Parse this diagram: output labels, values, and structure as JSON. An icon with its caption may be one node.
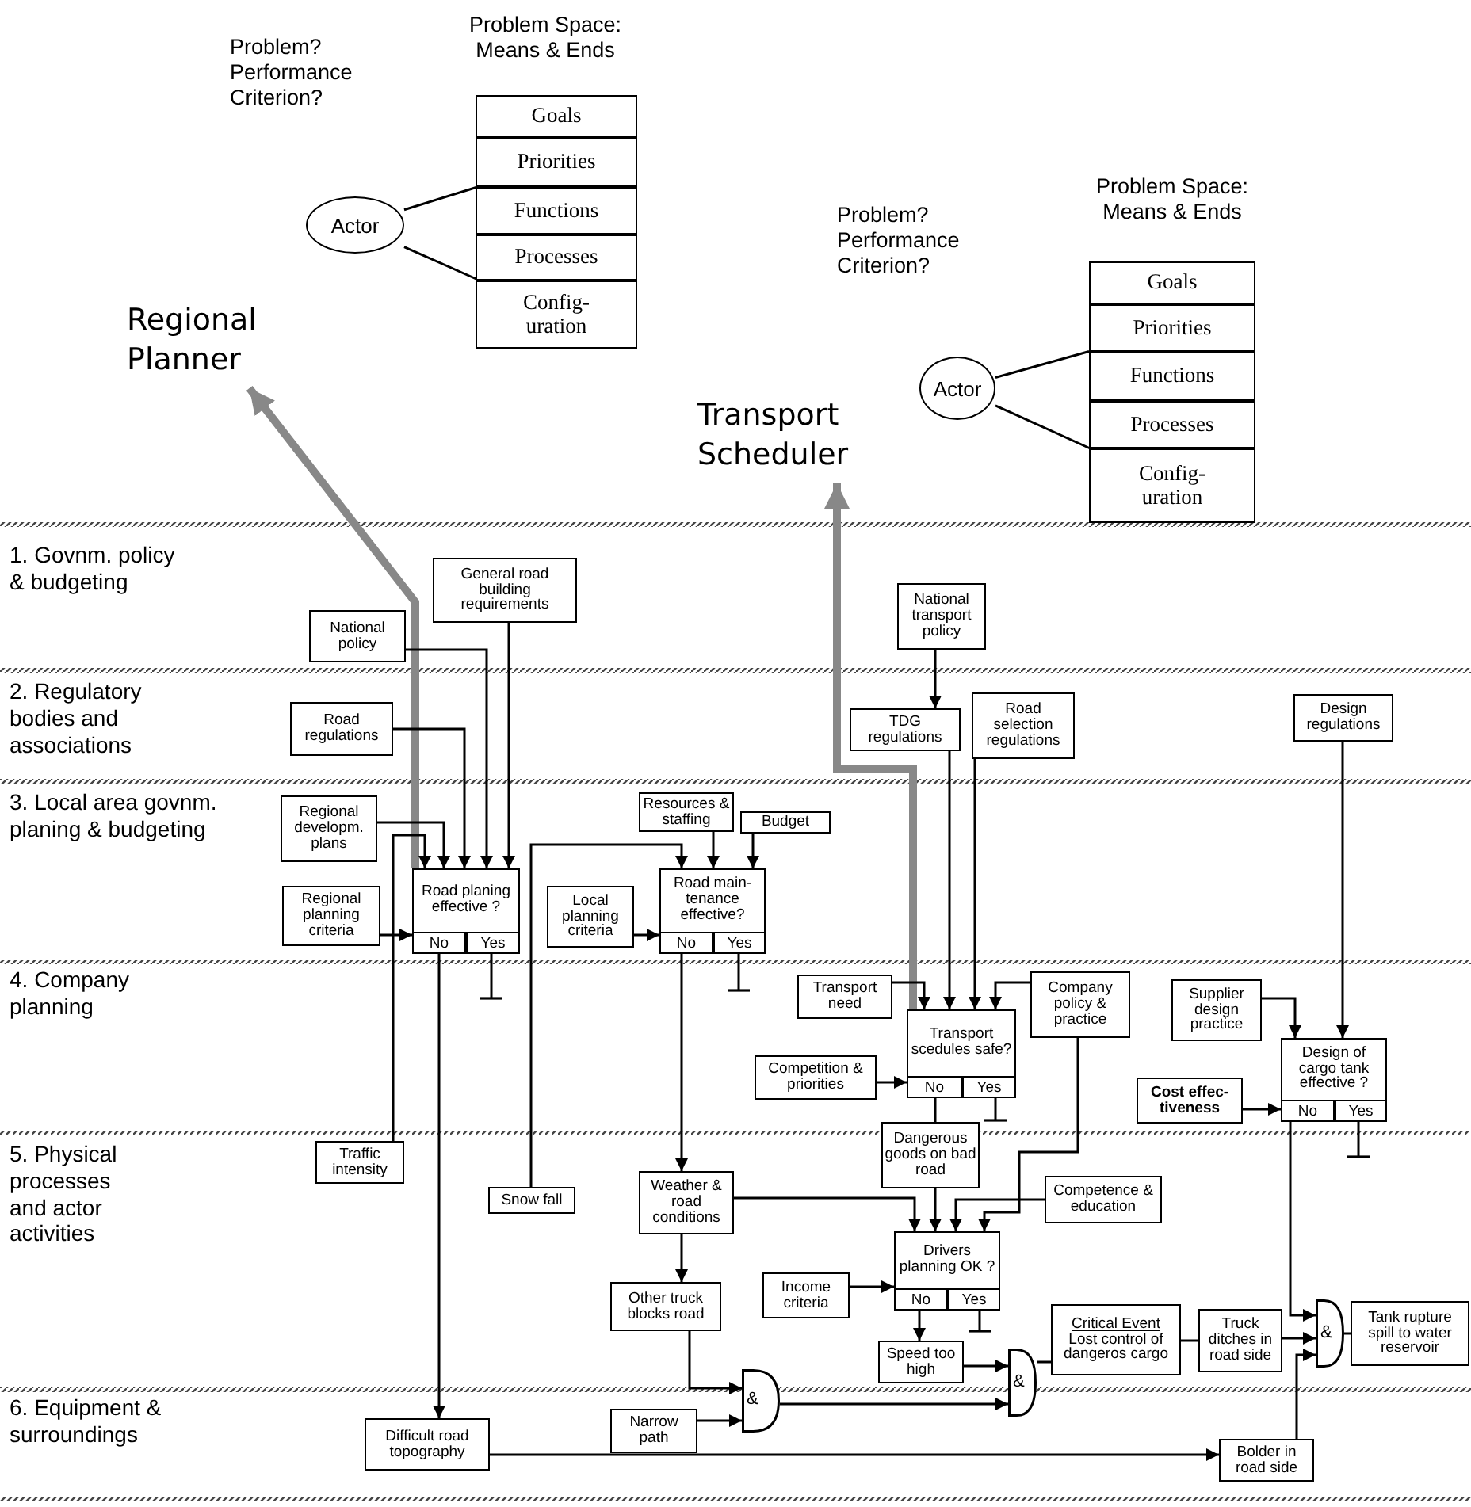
{
  "diagram": {
    "nodes": [
      {
        "text": [
          "Problem Space: Means & Ends"
        ]
      },
      {
        "text": [
          "Goals"
        ],
        "in": 0
      },
      {
        "text": [
          "Priorities"
        ],
        "in": 0
      },
      {
        "text": [
          "Functions"
        ],
        "in": 0
      },
      {
        "text": [
          "Processes"
        ],
        "in": 0
      },
      {
        "text": [
          "Config- uration"
        ],
        "in": 0
      },
      {
        "text": [
          "Actor"
        ]
      },
      {
        "text": [
          "Regional Planner"
        ]
      },
      {
        "text": [
          "Problem Space: Means & Ends"
        ]
      },
      {
        "text": [
          "Goals"
        ],
        "in": 8
      },
      {
        "text": [
          "Priorities"
        ],
        "in": 8
      },
      {
        "text": [
          "Functions"
        ],
        "in": 8
      },
      {
        "text": [
          "Processes"
        ],
        "in": 8
      },
      {
        "text": [
          "Config- uration"
        ],
        "in": 8
      },
      {
        "text": [
          "Actor"
        ]
      },
      {
        "text": [
          "Transport Scheduler"
        ]
      },
      {
        "text": [
          "National policy"
        ]
      },
      {
        "text": [
          "General road building requirements"
        ]
      },
      {
        "text": [
          "Road regulations"
        ]
      },
      {
        "text": [
          "Regional developm. plans"
        ]
      },
      {
        "text": [
          "Regional planning criteria"
        ]
      },
      {
        "text": [
          "Road planing effective ?"
        ]
      },
      {
        "text": [
          "No"
        ],
        "in": 21
      },
      {
        "text": [
          "Yes"
        ],
        "in": 21
      },
      {
        "text": [
          "Local planning criteria"
        ]
      },
      {
        "text": [
          "Resources & staffing"
        ]
      },
      {
        "text": [
          "Budget"
        ]
      },
      {
        "text": [
          "Road main- tenance effective?"
        ]
      },
      {
        "text": [
          "No"
        ],
        "in": 27
      },
      {
        "text": [
          "Yes"
        ],
        "in": 27
      },
      {
        "text": [
          "National transport policy"
        ]
      },
      {
        "text": [
          "TDG regulations"
        ]
      },
      {
        "text": [
          "Road selection regulations"
        ]
      },
      {
        "text": [
          "Design regulations"
        ]
      },
      {
        "text": [
          "Transport need"
        ]
      },
      {
        "text": [
          "Company policy & practice"
        ]
      },
      {
        "text": [
          "Supplier design practice"
        ]
      },
      {
        "text": [
          "Transport scedules safe?"
        ]
      },
      {
        "text": [
          "No"
        ],
        "in": 37
      },
      {
        "text": [
          "Yes"
        ],
        "in": 37
      },
      {
        "text": [
          "Competition & priorities"
        ]
      },
      {
        "text": [
          "Design of cargo tank effective ?"
        ]
      },
      {
        "text": [
          "No"
        ],
        "in": 41
      },
      {
        "text": [
          "Yes"
        ],
        "in": 41
      },
      {
        "text": [
          "Cost effec- tiveness"
        ]
      },
      {
        "text": [
          "Traffic intensity"
        ]
      },
      {
        "text": [
          "Snow fall"
        ]
      },
      {
        "text": [
          "Weather & road conditions"
        ]
      },
      {
        "text": [
          "Dangerous goods on bad road"
        ]
      },
      {
        "text": [
          "Competence & education"
        ]
      },
      {
        "text": [
          "Drivers planning OK ?"
        ]
      },
      {
        "text": [
          "No"
        ],
        "in": 50
      },
      {
        "text": [
          "Yes"
        ],
        "in": 50
      },
      {
        "text": [
          "Income criteria"
        ]
      },
      {
        "text": [
          "Other truck blocks road"
        ]
      },
      {
        "text": [
          "Speed too high"
        ]
      },
      {
        "text": [
          "&"
        ]
      },
      {
        "text": [
          "&"
        ]
      },
      {
        "text": [
          "Critical Event",
          "Lost control of dangeros cargo"
        ]
      },
      {
        "text": [
          "Truck ditches in road side"
        ]
      },
      {
        "text": [
          "&"
        ]
      },
      {
        "text": [
          "Tank rupture spill to water reservoir"
        ]
      },
      {
        "text": [
          "Difficult road topography"
        ]
      },
      {
        "text": [
          "Narrow path"
        ]
      },
      {
        "text": [
          "Bolder in road side"
        ]
      }
    ],
    "edges": [
      {
        "from": 6,
        "to": 2,
        "arrow": "none"
      },
      {
        "from": 6,
        "to": 5,
        "arrow": "none"
      },
      {
        "from": 14,
        "to": 10,
        "arrow": "none"
      },
      {
        "from": 14,
        "to": 13,
        "arrow": "none"
      },
      {
        "from": 21,
        "to": 7,
        "arrow": "to",
        "style": "thick",
        "color": "#888888"
      },
      {
        "from": 37,
        "to": 15,
        "arrow": "to",
        "style": "thick",
        "color": "#888888"
      },
      {
        "from": 16,
        "to": 21,
        "arrow": "to"
      },
      {
        "from": 17,
        "to": 21,
        "arrow": "to"
      },
      {
        "from": 18,
        "to": 21,
        "arrow": "to"
      },
      {
        "from": 19,
        "to": 21,
        "arrow": "to"
      },
      {
        "from": 45,
        "to": 21,
        "arrow": "to"
      },
      {
        "from": 20,
        "to": 21,
        "arrow": "to"
      },
      {
        "from": 22,
        "to": 62,
        "arrow": "to"
      },
      {
        "from": 23,
        "to": null,
        "arrow": "other"
      },
      {
        "from": 24,
        "to": 27,
        "arrow": "to"
      },
      {
        "from": 25,
        "to": 27,
        "arrow": "to"
      },
      {
        "from": 26,
        "to": 27,
        "arrow": "to"
      },
      {
        "from": 46,
        "to": 27,
        "arrow": "to"
      },
      {
        "from": 28,
        "to": 47,
        "arrow": "to"
      },
      {
        "from": 29,
        "to": null,
        "arrow": "other"
      },
      {
        "from": 30,
        "to": 31,
        "arrow": "to"
      },
      {
        "from": 31,
        "to": 37,
        "arrow": "to"
      },
      {
        "from": 32,
        "to": 37,
        "arrow": "to"
      },
      {
        "from": 33,
        "to": 41,
        "arrow": "to"
      },
      {
        "from": 34,
        "to": 37,
        "arrow": "to"
      },
      {
        "from": 35,
        "to": 37,
        "arrow": "to"
      },
      {
        "from": 36,
        "to": 41,
        "arrow": "to"
      },
      {
        "from": 40,
        "to": 37,
        "arrow": "to"
      },
      {
        "from": 38,
        "to": 48,
        "arrow": "none"
      },
      {
        "from": 39,
        "to": null,
        "arrow": "other"
      },
      {
        "from": 48,
        "to": 50,
        "arrow": "to"
      },
      {
        "from": 47,
        "to": 50,
        "arrow": "to"
      },
      {
        "from": 49,
        "to": 50,
        "arrow": "to"
      },
      {
        "from": 35,
        "to": 50,
        "arrow": "to"
      },
      {
        "from": 53,
        "to": 50,
        "arrow": "to"
      },
      {
        "from": 51,
        "to": 55,
        "arrow": "to"
      },
      {
        "from": 52,
        "to": null,
        "arrow": "other"
      },
      {
        "from": 44,
        "to": 41,
        "arrow": "to"
      },
      {
        "from": 42,
        "to": 60,
        "arrow": "to"
      },
      {
        "from": 43,
        "to": null,
        "arrow": "other"
      },
      {
        "from": 47,
        "to": 54,
        "arrow": "to"
      },
      {
        "from": 54,
        "to": 56,
        "arrow": "to"
      },
      {
        "from": 63,
        "to": 56,
        "arrow": "to"
      },
      {
        "from": 56,
        "to": 57,
        "arrow": "to"
      },
      {
        "from": 55,
        "to": 57,
        "arrow": "to"
      },
      {
        "from": 57,
        "to": 58,
        "arrow": "none"
      },
      {
        "from": 58,
        "to": 59,
        "arrow": "none"
      },
      {
        "from": 59,
        "to": 60,
        "arrow": "to"
      },
      {
        "from": 60,
        "to": 61,
        "arrow": "none"
      },
      {
        "from": 62,
        "to": 64,
        "arrow": "to"
      },
      {
        "from": 64,
        "to": 60,
        "arrow": "to"
      }
    ],
    "labels": [
      "Problem? Performance Criterion?",
      "Problem? Performance Criterion?",
      "1. Govnm. policy & budgeting",
      "2. Regulatory bodies and associations",
      "3. Local area govnm. planing & budgeting",
      "4. Company planning",
      "5. Physical processes and actor activities",
      "6. Equipment & surroundings"
    ]
  }
}
